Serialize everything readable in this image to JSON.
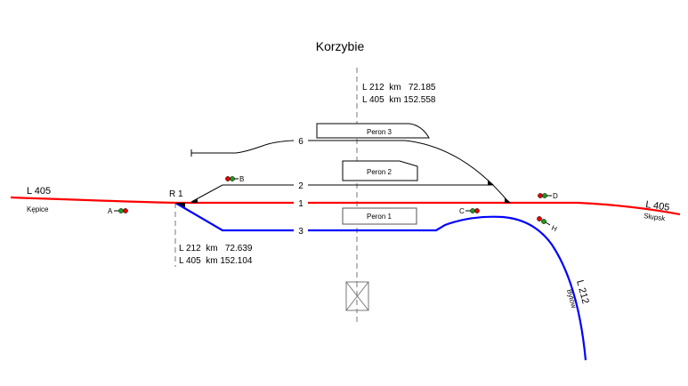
{
  "station": {
    "title": "Korzybie"
  },
  "km_top": {
    "line1": "L 212  km   72.185",
    "line2": "L 405  km 152.558"
  },
  "km_r1": {
    "line1": "L 212  km   72.639",
    "line2": "L 405  km 152.104"
  },
  "switch_label": "R 1",
  "tracks": [
    {
      "number": "6",
      "color": "#000000"
    },
    {
      "number": "2",
      "color": "#000000"
    },
    {
      "number": "1",
      "color": "#ff0000"
    },
    {
      "number": "3",
      "color": "#0000ff"
    }
  ],
  "platforms": [
    "Peron 3",
    "Peron 2",
    "Peron 1"
  ],
  "lines": {
    "west": {
      "line": "L 405",
      "direction": "Kępice"
    },
    "east": {
      "line": "L 405",
      "direction": "Słupsk"
    },
    "south": {
      "line": "L 212",
      "direction": "Bytów"
    }
  },
  "signals": [
    "A",
    "B",
    "C",
    "D",
    "H"
  ],
  "colors": {
    "red_track": "#ff0000",
    "blue_track": "#0000ff",
    "signal_red": "#e00000",
    "signal_green": "#1a9a1a"
  }
}
